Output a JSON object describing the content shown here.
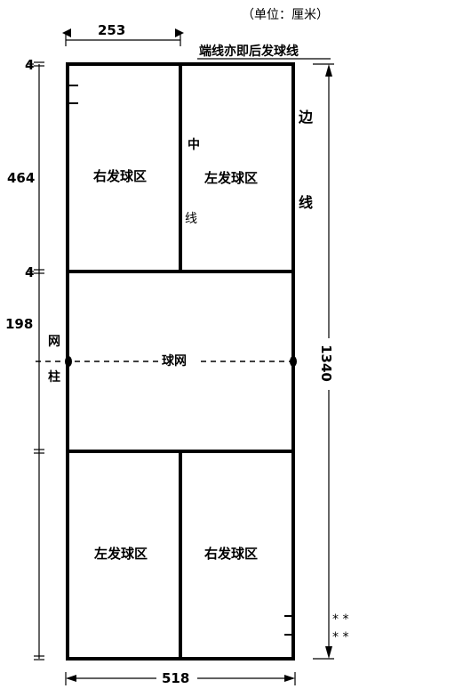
{
  "unit_note": "（单位：厘米）",
  "labels": {
    "end_line": "端线亦即后发球线",
    "side_line_1": "边",
    "side_line_2": "线",
    "center_line_1": "中",
    "center_line_2": "线",
    "net": "球网",
    "post_1": "网",
    "post_2": "柱"
  },
  "zones": {
    "top_left": "右发球区",
    "top_right": "左发球区",
    "bottom_left": "左发球区",
    "bottom_right": "右发球区"
  },
  "dimensions": {
    "half_width": "253",
    "line_width_top": "4",
    "service_depth": "464",
    "line_width_mid": "4",
    "net_zone": "198",
    "total_length": "1340",
    "total_width": "518"
  },
  "markers": {
    "row1": "* *",
    "row2": "* *"
  }
}
